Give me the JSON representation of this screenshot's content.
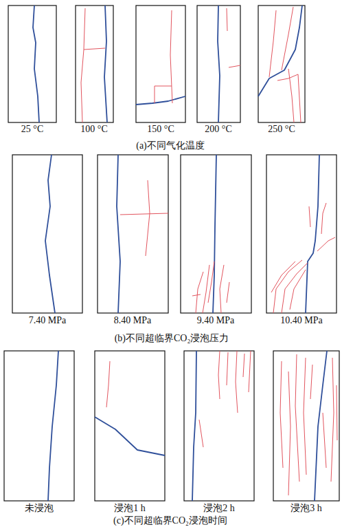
{
  "diagram": {
    "labels": [
      "25 °C",
      "100 °C",
      "150 °C",
      "200 °C",
      "250 °C",
      "(a)不同气化温度",
      "7.40 MPa",
      "8.40 MPa",
      "9.40 MPa",
      "10.40 MPa",
      "(b)不同超临界CO₂浸泡压力",
      "未浸泡",
      "浸泡1 h",
      "浸泡2 h",
      "浸泡3 h",
      "(c)不同超临界CO₂浸泡时间"
    ]
  }
}
